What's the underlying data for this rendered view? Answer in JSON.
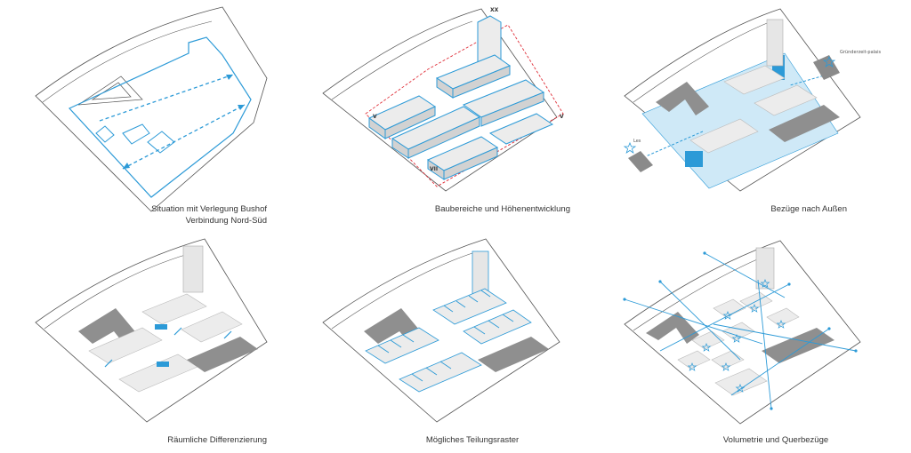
{
  "colors": {
    "accent": "#2c9ad7",
    "accent_light": "#cfe9f7",
    "marker": "#e0303a",
    "block_top": "#ececec",
    "block_side": "#d2d2d2",
    "block_dark": "#8f8f8f",
    "line": "#555555"
  },
  "panels": [
    {
      "caption_line1": "Situation mit Verlegung Bushof",
      "caption_line2": "Verbindung Nord-Süd"
    },
    {
      "caption_line1": "Baubereiche und Höhenentwicklung",
      "height_labels": [
        "XX",
        "V",
        "V",
        "VII"
      ]
    },
    {
      "caption_line1": "Bezüge nach Außen",
      "landmarks": [
        "Gründerzeit-palais",
        "Les"
      ]
    },
    {
      "caption_line1": "Räumliche Differenzierung"
    },
    {
      "caption_line1": "Mögliches Teilungsraster"
    },
    {
      "caption_line1": "Volumetrie und Querbezüge"
    }
  ]
}
